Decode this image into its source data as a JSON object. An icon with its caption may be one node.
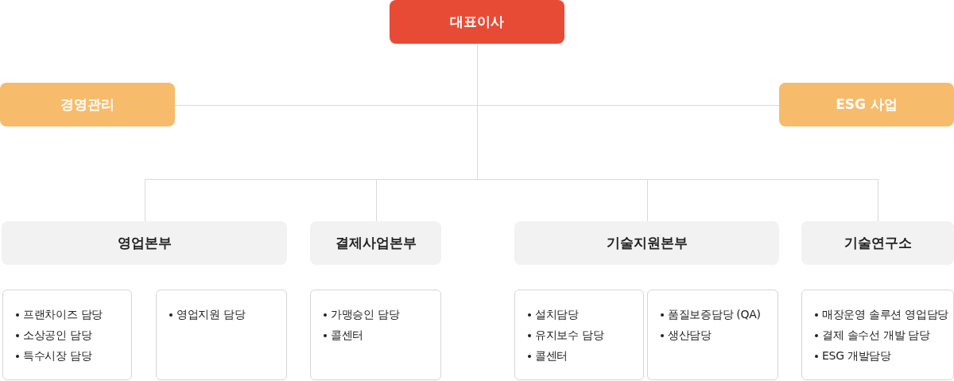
{
  "diagram": {
    "nodes": [
      {
        "text": [
          "대표이사"
        ]
      },
      {
        "text": [
          "경영관리"
        ]
      },
      {
        "text": [
          "ESG 사업"
        ]
      },
      {
        "text": [
          "영업본부"
        ]
      },
      {
        "text": [
          "결제사업본부"
        ]
      },
      {
        "text": [
          "기술지원본부"
        ]
      },
      {
        "text": [
          "기술연구소"
        ]
      },
      {
        "text": [
          "프랜차이즈 담당",
          "소상공인 담당",
          "특수시장 담당"
        ]
      },
      {
        "text": [
          "영업지원 담당"
        ]
      },
      {
        "text": [
          "가맹승인 담당",
          "콜센터"
        ]
      },
      {
        "text": [
          "설치담당",
          "유지보수 담당",
          "콜센터"
        ]
      },
      {
        "text": [
          "품질보증담당 (QA)",
          "생산담당"
        ]
      },
      {
        "text": [
          "매장운영 솔루션 영업담당",
          "결제 솔수선 개발 담당",
          "ESG 개발담당"
        ]
      }
    ],
    "edges": [
      {
        "from": 0,
        "to": 1,
        "arrow": "none"
      },
      {
        "from": 0,
        "to": 2,
        "arrow": "none"
      },
      {
        "from": 0,
        "to": 3,
        "arrow": "none"
      },
      {
        "from": 0,
        "to": 4,
        "arrow": "none"
      },
      {
        "from": 0,
        "to": 5,
        "arrow": "none"
      },
      {
        "from": 0,
        "to": 6,
        "arrow": "none"
      }
    ]
  }
}
